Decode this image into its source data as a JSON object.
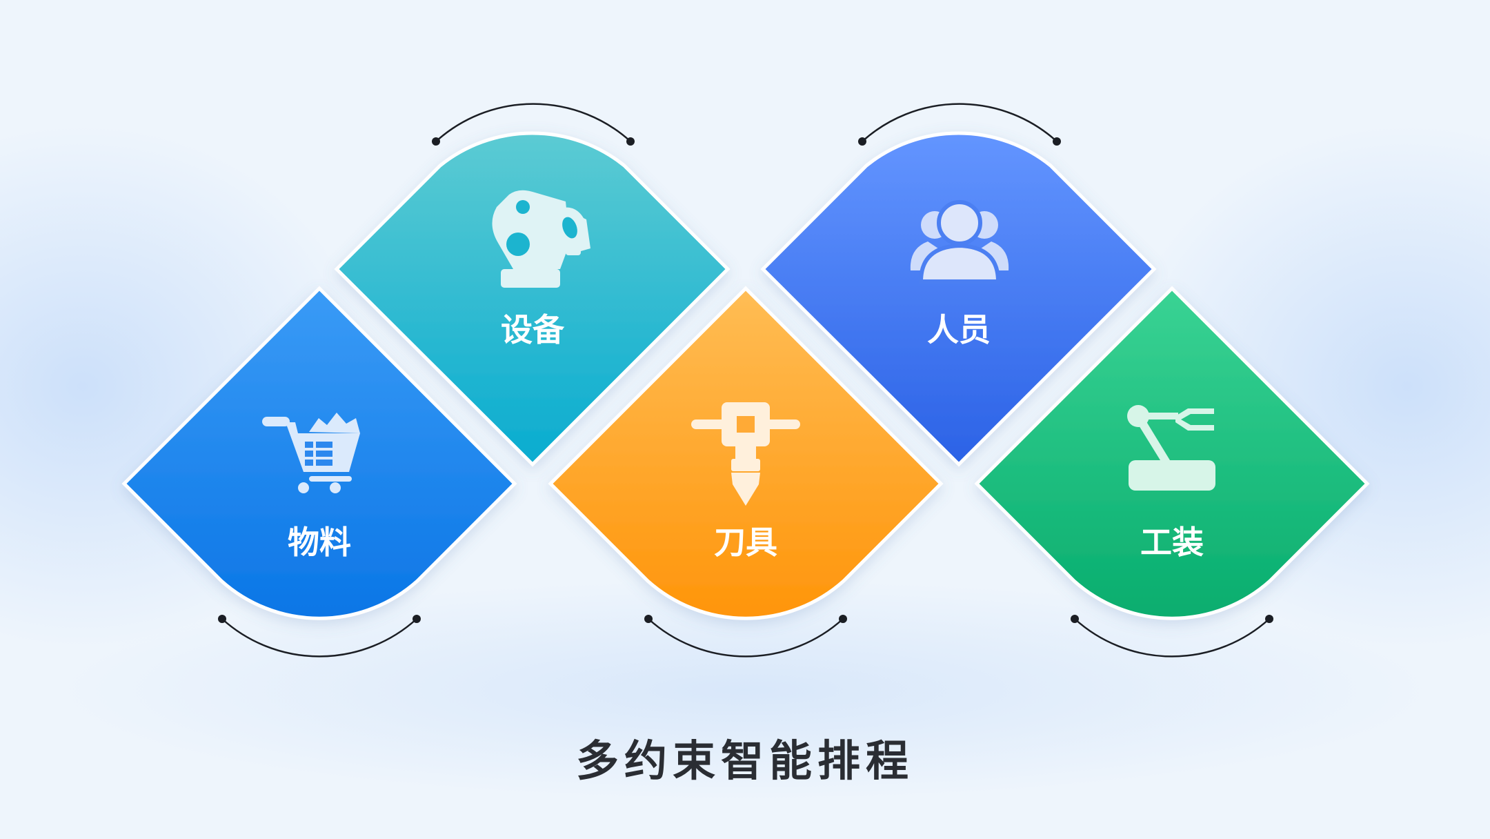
{
  "diagram": {
    "title": "多约束智能排程",
    "nodes": [
      {
        "label": "物料",
        "icon": "shopping-cart-icon"
      },
      {
        "label": "设备",
        "icon": "robot-arm-icon"
      },
      {
        "label": "刀具",
        "icon": "cutting-tool-icon"
      },
      {
        "label": "人员",
        "icon": "people-icon"
      },
      {
        "label": "工装",
        "icon": "fixture-arm-icon"
      }
    ],
    "colors": {
      "materials": [
        "#3a9bf6",
        "#0b76e6"
      ],
      "equipment": [
        "#5ccbd3",
        "#09acd0"
      ],
      "tools": [
        "#ffbd55",
        "#ff950a"
      ],
      "personnel": [
        "#6395ff",
        "#2b62e6"
      ],
      "fixtures": [
        "#3ad394",
        "#08ad6e"
      ]
    }
  }
}
